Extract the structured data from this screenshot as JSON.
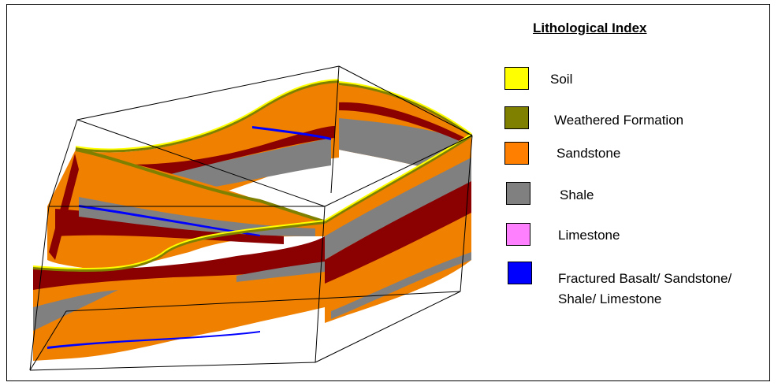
{
  "legend": {
    "title": "Lithological Index",
    "items": [
      {
        "label": "Soil",
        "color": "#ffff00"
      },
      {
        "label": "Weathered Formation",
        "color": "#808000"
      },
      {
        "label": "Sandstone",
        "color": "#ff8000"
      },
      {
        "label": "Shale",
        "color": "#808080"
      },
      {
        "label": "Limestone",
        "color": "#ff80ff"
      },
      {
        "label": "Fractured Basalt/ Sandstone/",
        "label2": "Shale/ Limestone",
        "color": "#0000ff"
      }
    ]
  },
  "colors": {
    "soil": "#ffff00",
    "weathered": "#808000",
    "sandstone": "#f08000",
    "shale": "#808080",
    "claystone_dark": "#8b0000",
    "basalt": "#0000ff"
  }
}
